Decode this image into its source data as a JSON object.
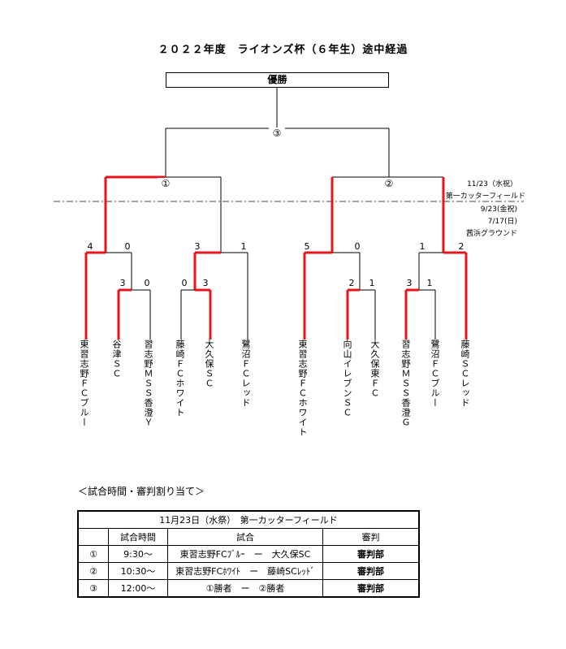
{
  "title": "２０２２年度　ライオンズ杯（６年生）途中経過",
  "champion_label": "優勝",
  "rounds": {
    "final_mark": "③",
    "semi_left_mark": "①",
    "semi_right_mark": "②"
  },
  "venue_notes": {
    "final_date": "11/23（水祝）",
    "final_venue": "第一カッターフィールド",
    "date_2": "9/23(金祝)",
    "date_3": "7/17(日)",
    "venue_2": "茜浜グラウンド"
  },
  "teams": [
    "東習志野ＦＣブルー",
    "谷津ＳＣ",
    "習志野ＭＳＳ香澄Ｙ",
    "藤崎ＦＣホワイト",
    "大久保ＳＣ",
    "鷺沼ＦＣレッド",
    "東習志野ＦＣホワイト",
    "向山イレブンＳＣ",
    "大久保東ＦＣ",
    "習志野ＭＳＳ香澄Ｇ",
    "鷺沼ＦＣブルー",
    "藤崎ＳＣレッド"
  ],
  "scores": {
    "qf1_a": "3",
    "qf1_b": "0",
    "qf2_a": "0",
    "qf2_b": "3",
    "qf3_a": "2",
    "qf3_b": "1",
    "qf4_a": "3",
    "qf4_b": "1",
    "r2_1_a": "4",
    "r2_1_b": "0",
    "r2_2_a": "3",
    "r2_2_b": "1",
    "r2_3_a": "5",
    "r2_3_b": "0",
    "r2_4_a": "1",
    "r2_4_b": "2"
  },
  "colors": {
    "win": "#e8141b",
    "line": "#000000"
  },
  "schedule": {
    "note": "＜試合時間・審判割り当て＞",
    "header": "11月23日（水祭）　第一カッターフィールド",
    "columns": [
      "",
      "試合時間",
      "試合",
      "審判"
    ],
    "rows": [
      {
        "no": "①",
        "time": "9:30～",
        "match": "東習志野FCﾌﾞﾙｰ　ー　大久保SC",
        "referee": "審判部"
      },
      {
        "no": "②",
        "time": "10:30～",
        "match": "東習志野FCﾎﾜｲﾄ　ー　藤崎SCﾚｯﾄﾞ",
        "referee": "審判部"
      },
      {
        "no": "③",
        "time": "12:00～",
        "match": "①勝者　ー　②勝者",
        "referee": "審判部"
      }
    ]
  }
}
